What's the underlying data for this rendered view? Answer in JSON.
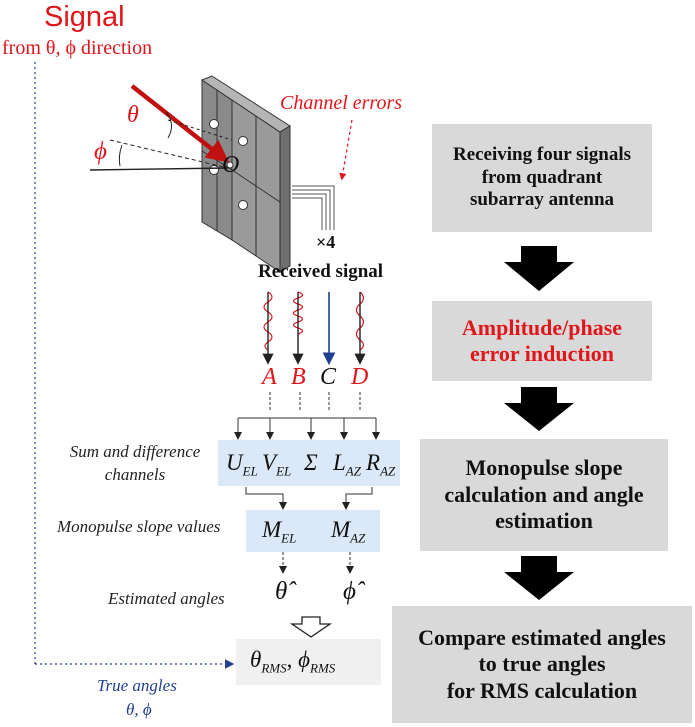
{
  "signal": {
    "title": "Signal",
    "subtitle": "from θ, ϕ direction",
    "theta": "θ",
    "phi": "ϕ",
    "origin": "O",
    "times_four": "×4",
    "channel_errors": "Channel errors"
  },
  "received": {
    "label": "Received signal",
    "channels": [
      "A",
      "B",
      "C",
      "D"
    ]
  },
  "sum_diff": {
    "label_line1": "Sum and difference",
    "label_line2": "channels",
    "ue": "U",
    "ue_sub": "EL",
    "ve": "V",
    "ve_sub": "EL",
    "sigma": "Σ",
    "la": "L",
    "la_sub": "AZ",
    "ra": "R",
    "ra_sub": "AZ"
  },
  "slope": {
    "label": "Monopulse slope values",
    "mel": "M",
    "mel_sub": "EL",
    "maz": "M",
    "maz_sub": "AZ"
  },
  "estimated": {
    "label": "Estimated angles",
    "theta_hat": "θ̂",
    "phi_hat": "ϕ̂"
  },
  "rms": {
    "theta": "θ",
    "theta_sub": "RMS",
    "sep": ", ",
    "phi": "ϕ",
    "phi_sub": "RMS"
  },
  "true_angles": {
    "label": "True angles",
    "values": "θ, ϕ"
  },
  "steps": [
    {
      "line1": "Receiving four signals",
      "line2": "from quadrant",
      "line3": "subarray antenna"
    },
    {
      "line1": "Amplitude/phase",
      "line2": "error induction"
    },
    {
      "line1": "Monopulse slope",
      "line2": "calculation and angle",
      "line3": "estimation"
    },
    {
      "line1": "Compare estimated angles",
      "line2": "to true angles",
      "line3": "for RMS calculation"
    }
  ],
  "colors": {
    "accent_red": "#e0161b",
    "navy": "#1f3f8f",
    "step_gray": "#d9d9d9",
    "channel_blue": "#dbe8f7"
  }
}
